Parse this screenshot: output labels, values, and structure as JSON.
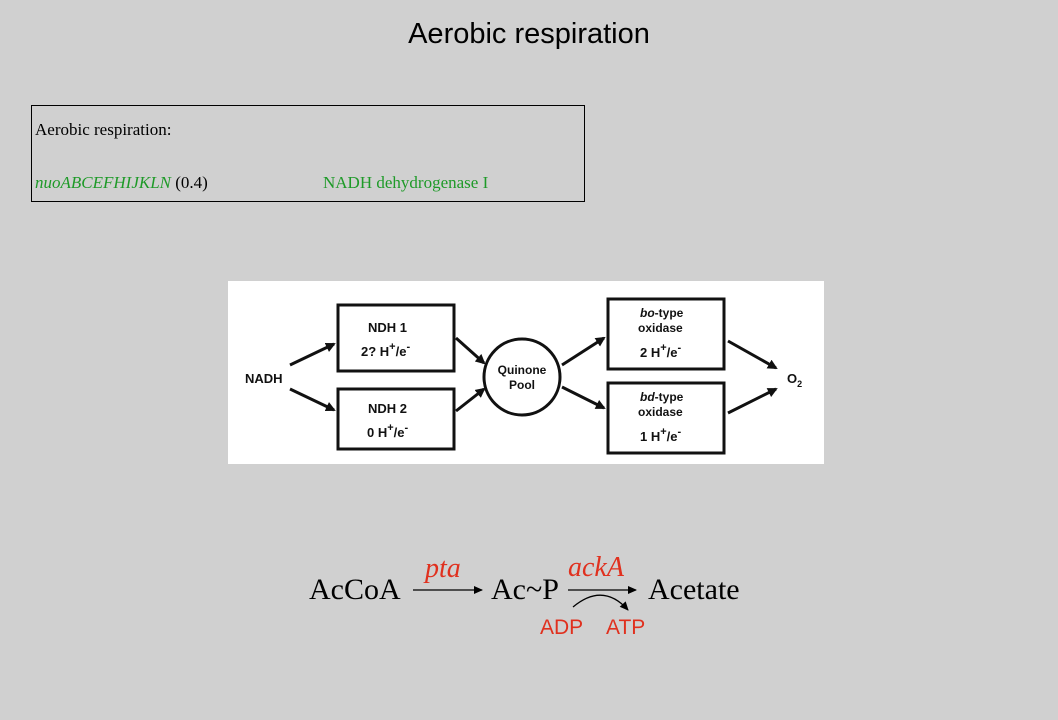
{
  "slide": {
    "title": "Aerobic respiration"
  },
  "gene_box": {
    "heading": "Aerobic respiration:",
    "gene": "nuoABCEFHIJKLN",
    "map_position": "(0.4)",
    "description": "NADH dehydrogenase I"
  },
  "diagram": {
    "donor": "NADH",
    "ndh1": {
      "name": "NDH 1",
      "stoich_prefix": "2? H",
      "stoich_sup": "+",
      "stoich_suffix": "/e",
      "stoich_e_sup": "-"
    },
    "ndh2": {
      "name": "NDH 2",
      "stoich_prefix": "0 H",
      "stoich_sup": "+",
      "stoich_suffix": "/e",
      "stoich_e_sup": "-"
    },
    "pool": {
      "line1": "Quinone",
      "line2": "Pool"
    },
    "bo_oxidase": {
      "type_italic": "bo",
      "type_rest": "-type",
      "line2": "oxidase",
      "stoich_prefix": "2 H",
      "stoich_sup": "+",
      "stoich_suffix": "/e",
      "stoich_e_sup": "-"
    },
    "bd_oxidase": {
      "type_italic": "bd",
      "type_rest": "-type",
      "line2": "oxidase",
      "stoich_prefix": "1 H",
      "stoich_sup": "+",
      "stoich_suffix": "/e",
      "stoich_e_sup": "-"
    },
    "acceptor": "O",
    "acceptor_sub": "2"
  },
  "pathway": {
    "substrate": "AcCoA",
    "enzyme1": "pta",
    "intermediate": "Ac~P",
    "enzyme2": "ackA",
    "product": "Acetate",
    "cofactor_in": "ADP",
    "cofactor_out": "ATP"
  },
  "colors": {
    "background": "#d0d0d0",
    "gene_green": "#1e9a28",
    "enzyme_red": "#e0301e"
  }
}
